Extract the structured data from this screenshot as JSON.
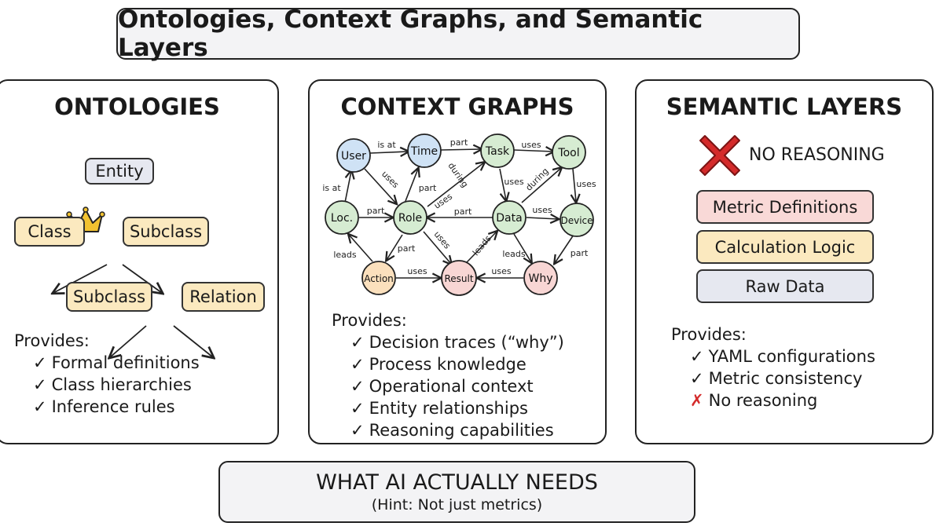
{
  "title": "Ontologies, Context Graphs, and Semantic Layers",
  "ontologies": {
    "heading": "ONTOLOGIES",
    "nodes": {
      "entity": "Entity",
      "class": "Class",
      "subclass_top": "Subclass",
      "subclass_bottom": "Subclass",
      "relation": "Relation"
    },
    "provides_label": "Provides:",
    "provides": [
      "Formal definitions",
      "Class hierarchies",
      "Inference rules"
    ],
    "colors": {
      "node_fill": "#fbe9bf",
      "entity_fill": "#e6e8f0",
      "crown": "#f2c230"
    }
  },
  "context_graphs": {
    "heading": "CONTEXT GRAPHS",
    "nodes": {
      "user": "User",
      "time": "Time",
      "task": "Task",
      "tool": "Tool",
      "loc": "Loc.",
      "role": "Role",
      "data": "Data",
      "device": "Device",
      "action": "Action",
      "result": "Result",
      "why": "Why"
    },
    "edge_labels": {
      "user_time": "is at",
      "time_task": "part",
      "task_tool": "uses",
      "user_role": "uses",
      "role_time": "part",
      "loc_user": "is at",
      "role_task": "during",
      "task_data": "uses",
      "data_tool": "during",
      "tool_device": "uses",
      "loc_role": "part",
      "data_role": "part",
      "role_data": "uses",
      "data_device": "uses",
      "action_loc": "leads",
      "role_action": "part",
      "role_result": "uses",
      "result_data": "leads",
      "data_why": "leads",
      "device_why": "part",
      "action_result": "uses",
      "why_result": "uses"
    },
    "provides_label": "Provides:",
    "provides": [
      "Decision traces (“why”)",
      "Process knowledge",
      "Operational context",
      "Entity relationships",
      "Reasoning capabilities"
    ],
    "colors": {
      "blue": "#cfe2f5",
      "green": "#d6ecd2",
      "orange": "#fbe0bd",
      "red": "#f8d6d4"
    }
  },
  "semantic_layers": {
    "heading": "SEMANTIC LAYERS",
    "no_reasoning_label": "NO REASONING",
    "layers": [
      {
        "label": "Metric Definitions",
        "color": "#f9d9d7"
      },
      {
        "label": "Calculation Logic",
        "color": "#fbe9bf"
      },
      {
        "label": "Raw Data",
        "color": "#e6e8f0"
      }
    ],
    "provides_label": "Provides:",
    "provides_yes": [
      "YAML configurations",
      "Metric consistency"
    ],
    "provides_no": [
      "No reasoning"
    ],
    "colors": {
      "x_mark": "#d42b2b"
    }
  },
  "footer": {
    "line1": "WHAT AI ACTUALLY NEEDS",
    "line2": "(Hint: Not just metrics)"
  }
}
